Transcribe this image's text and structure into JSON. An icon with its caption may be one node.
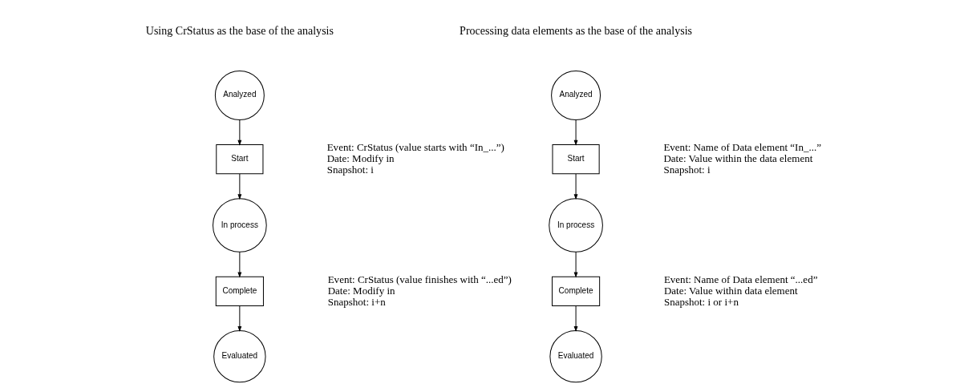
{
  "diagram": {
    "nodes": [
      {
        "text": [
          "Analyzed"
        ]
      },
      {
        "text": [
          "Start"
        ],
        "beside": [
          "Event: CrStatus (value starts with “In_...”)",
          "Date: Modify in",
          "Snapshot: i"
        ]
      },
      {
        "text": [
          "In process"
        ]
      },
      {
        "text": [
          "Complete"
        ],
        "beside": [
          "Event: CrStatus (value finishes with “...ed”)",
          "Date: Modify in",
          "Snapshot: i+n"
        ]
      },
      {
        "text": [
          "Evaluated"
        ]
      },
      {
        "text": [
          "Analyzed"
        ]
      },
      {
        "text": [
          "Start"
        ],
        "beside": [
          "Event: Name of Data element “In_...”",
          "Date: Value within the data element",
          "Snapshot: i"
        ]
      },
      {
        "text": [
          "In process"
        ]
      },
      {
        "text": [
          "Complete"
        ],
        "beside": [
          "Event: Name of Data element “...ed”",
          "Date: Value within data element",
          "Snapshot: i or i+n"
        ]
      },
      {
        "text": [
          "Evaluated"
        ]
      }
    ],
    "edges": [
      {
        "from": 0,
        "to": 1,
        "arrow": "to"
      },
      {
        "from": 1,
        "to": 2,
        "arrow": "to"
      },
      {
        "from": 2,
        "to": 3,
        "arrow": "to"
      },
      {
        "from": 3,
        "to": 4,
        "arrow": "to"
      },
      {
        "from": 5,
        "to": 6,
        "arrow": "to"
      },
      {
        "from": 6,
        "to": 7,
        "arrow": "to"
      },
      {
        "from": 7,
        "to": 8,
        "arrow": "to"
      },
      {
        "from": 8,
        "to": 9,
        "arrow": "to"
      }
    ],
    "labels": [
      "Using CrStatus as the base of the analysis",
      "Processing data elements as the base of the analysis"
    ]
  }
}
